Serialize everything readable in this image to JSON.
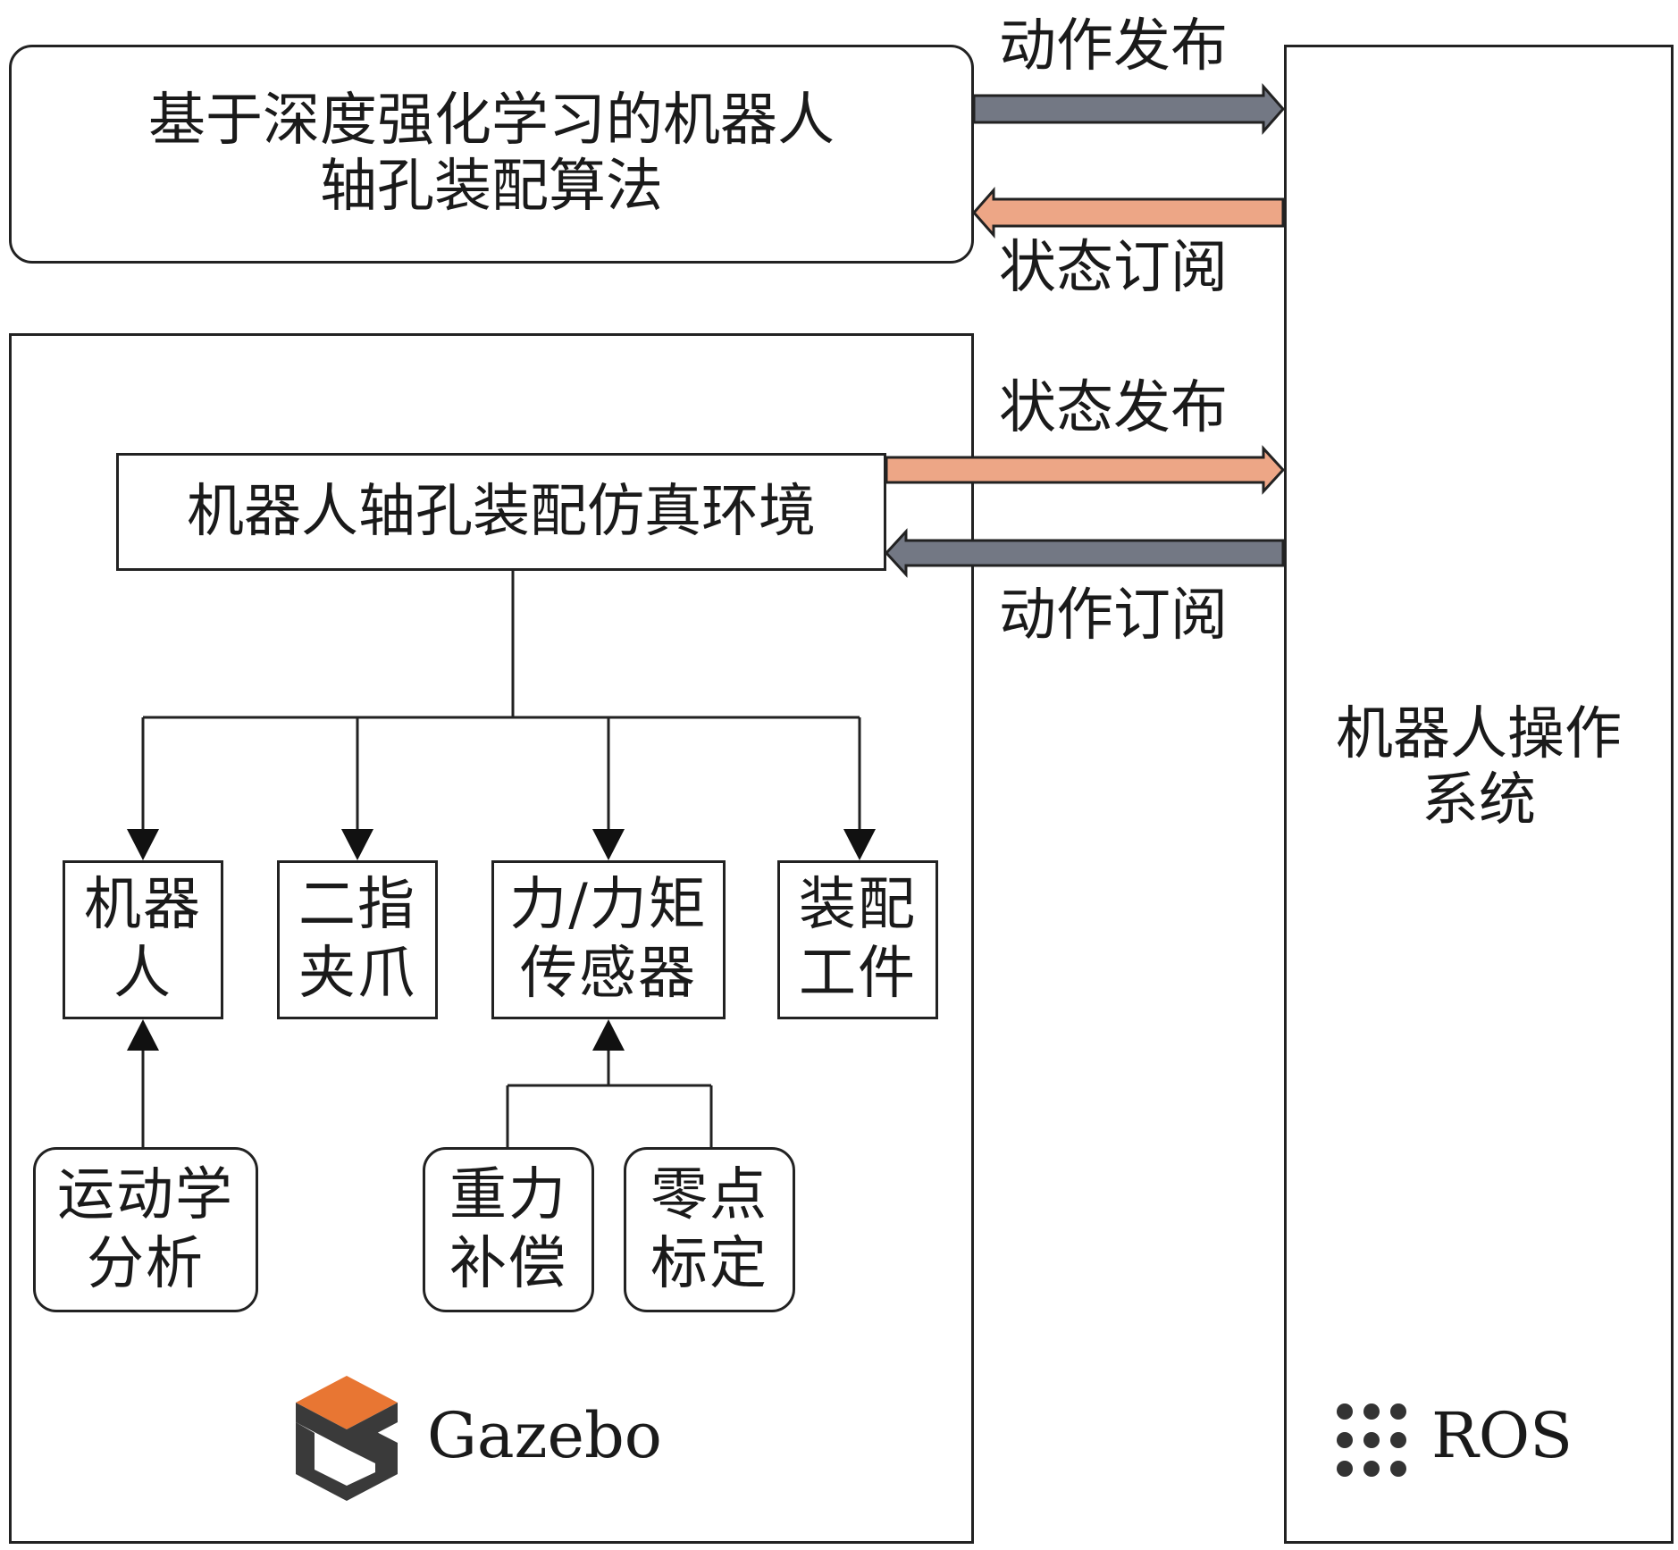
{
  "algorithm_box": {
    "text": "基于深度强化学习的机器人\n轴孔装配算法"
  },
  "ros_box": {
    "text": "机器人操作\n系统",
    "logo_text": "ROS"
  },
  "gazebo": {
    "logo_text": "Gazebo"
  },
  "env_box": {
    "text": "机器人轴孔装配仿真环境"
  },
  "components": [
    {
      "text": "机器\n人"
    },
    {
      "text": "二指\n夹爪"
    },
    {
      "text": "力/力矩\n传感器"
    },
    {
      "text": "装配\n工件"
    }
  ],
  "sub_modules": [
    {
      "text": "运动学\n分析"
    },
    {
      "text": "重力\n补偿"
    },
    {
      "text": "零点\n标定"
    }
  ],
  "arrows": {
    "action_publish": "动作发布",
    "state_subscribe": "状态订阅",
    "state_publish": "状态发布",
    "action_subscribe": "动作订阅"
  },
  "colors": {
    "gray_arrow": "#737884",
    "orange_arrow": "#EDA686",
    "gazebo_orange": "#E87633",
    "line": "#222222"
  }
}
